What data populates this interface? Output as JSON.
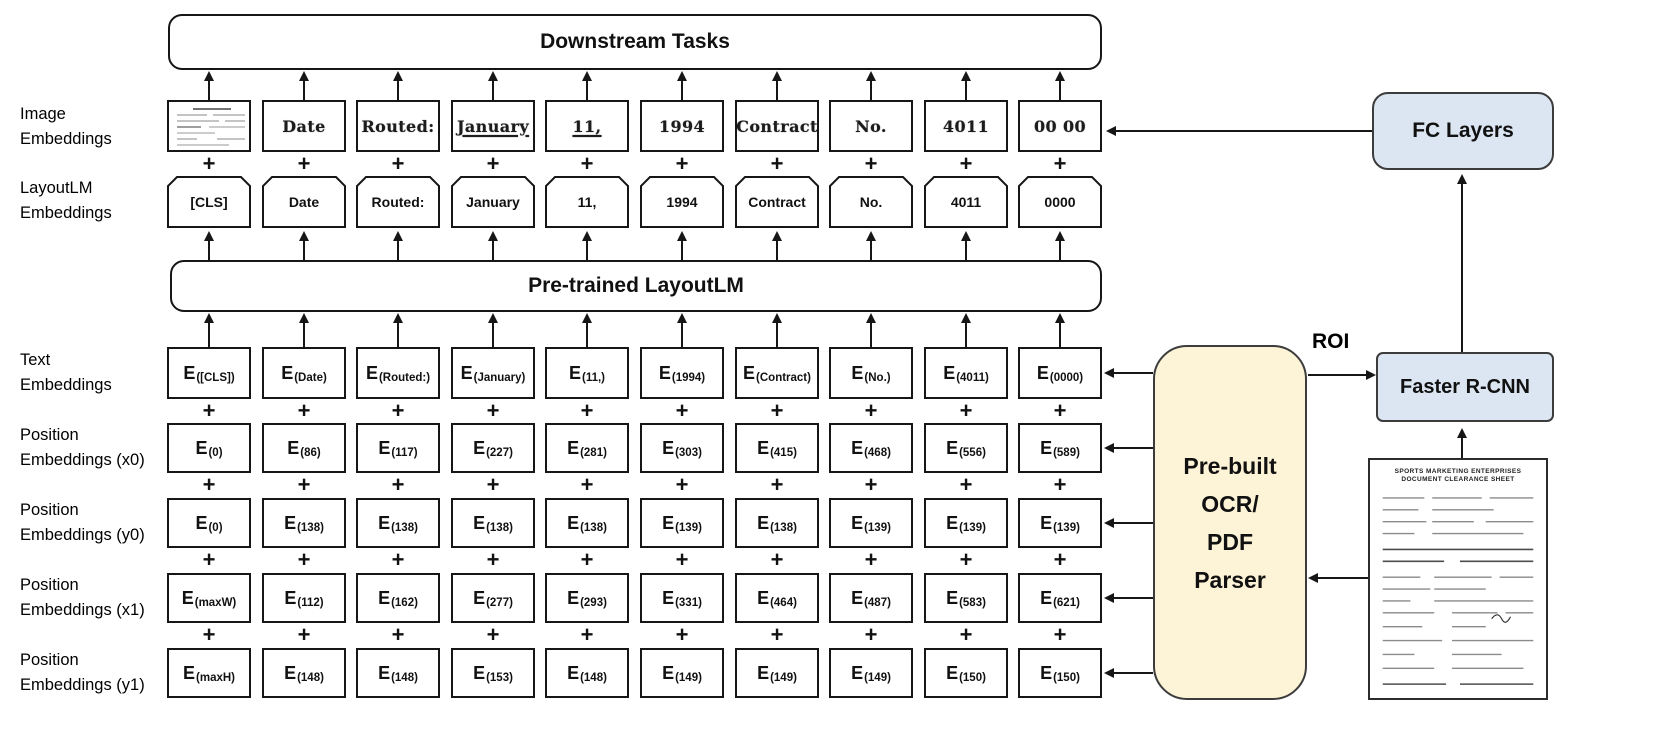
{
  "banners": {
    "downstream": "Downstream Tasks",
    "pretrained": "Pre-trained LayoutLM"
  },
  "row_labels": {
    "image": [
      "Image",
      "Embeddings"
    ],
    "layoutlm": [
      "LayoutLM",
      "Embeddings"
    ],
    "text": [
      "Text",
      "Embeddings"
    ],
    "x0": [
      "Position",
      "Embeddings (x0)"
    ],
    "y0": [
      "Position",
      "Embeddings (y0)"
    ],
    "x1": [
      "Position",
      "Embeddings (x1)"
    ],
    "y1": [
      "Position",
      "Embeddings (y1)"
    ]
  },
  "e_prefix": "E",
  "plus_sign": "+",
  "columns": [
    {
      "image_is_document": true,
      "image_word": null,
      "underline": false,
      "token": "[CLS]",
      "subs": {
        "text": "([CLS])",
        "x0": "(0)",
        "y0": "(0)",
        "x1": "(maxW)",
        "y1": "(maxH)"
      }
    },
    {
      "image_is_document": false,
      "image_word": "Date",
      "underline": false,
      "token": "Date",
      "subs": {
        "text": "(Date)",
        "x0": "(86)",
        "y0": "(138)",
        "x1": "(112)",
        "y1": "(148)"
      }
    },
    {
      "image_is_document": false,
      "image_word": "Routed:",
      "underline": false,
      "token": "Routed:",
      "subs": {
        "text": "(Routed:)",
        "x0": "(117)",
        "y0": "(138)",
        "x1": "(162)",
        "y1": "(148)"
      }
    },
    {
      "image_is_document": false,
      "image_word": "January",
      "underline": true,
      "token": "January",
      "subs": {
        "text": "(January)",
        "x0": "(227)",
        "y0": "(138)",
        "x1": "(277)",
        "y1": "(153)"
      }
    },
    {
      "image_is_document": false,
      "image_word": "11,",
      "underline": true,
      "token": "11,",
      "subs": {
        "text": "(11,)",
        "x0": "(281)",
        "y0": "(138)",
        "x1": "(293)",
        "y1": "(148)"
      }
    },
    {
      "image_is_document": false,
      "image_word": "1994",
      "underline": false,
      "token": "1994",
      "subs": {
        "text": "(1994)",
        "x0": "(303)",
        "y0": "(139)",
        "x1": "(331)",
        "y1": "(149)"
      }
    },
    {
      "image_is_document": false,
      "image_word": "Contract",
      "underline": false,
      "token": "Contract",
      "subs": {
        "text": "(Contract)",
        "x0": "(415)",
        "y0": "(138)",
        "x1": "(464)",
        "y1": "(149)"
      }
    },
    {
      "image_is_document": false,
      "image_word": "No.",
      "underline": false,
      "token": "No.",
      "subs": {
        "text": "(No.)",
        "x0": "(468)",
        "y0": "(139)",
        "x1": "(487)",
        "y1": "(149)"
      }
    },
    {
      "image_is_document": false,
      "image_word": "4011",
      "underline": false,
      "token": "4011",
      "subs": {
        "text": "(4011)",
        "x0": "(556)",
        "y0": "(139)",
        "x1": "(583)",
        "y1": "(150)"
      }
    },
    {
      "image_is_document": false,
      "image_word": "00 00",
      "underline": false,
      "token": "0000",
      "subs": {
        "text": "(0000)",
        "x0": "(589)",
        "y0": "(139)",
        "x1": "(621)",
        "y1": "(150)"
      }
    }
  ],
  "right_panel": {
    "fc_layers": "FC Layers",
    "faster_rcnn": "Faster R-CNN",
    "roi_label": "ROI",
    "parser_lines": [
      "Pre-built",
      "OCR/",
      "PDF",
      "Parser"
    ]
  },
  "document_preview": {
    "header1": "SPORTS MARKETING ENTERPRISES",
    "header2": "DOCUMENT CLEARANCE SHEET"
  },
  "colors": {
    "box_border": "#161616",
    "blue_fill": "#dbe6f2",
    "yellow_fill": "#fdf3d6",
    "panel_border": "#3c3c3c"
  }
}
